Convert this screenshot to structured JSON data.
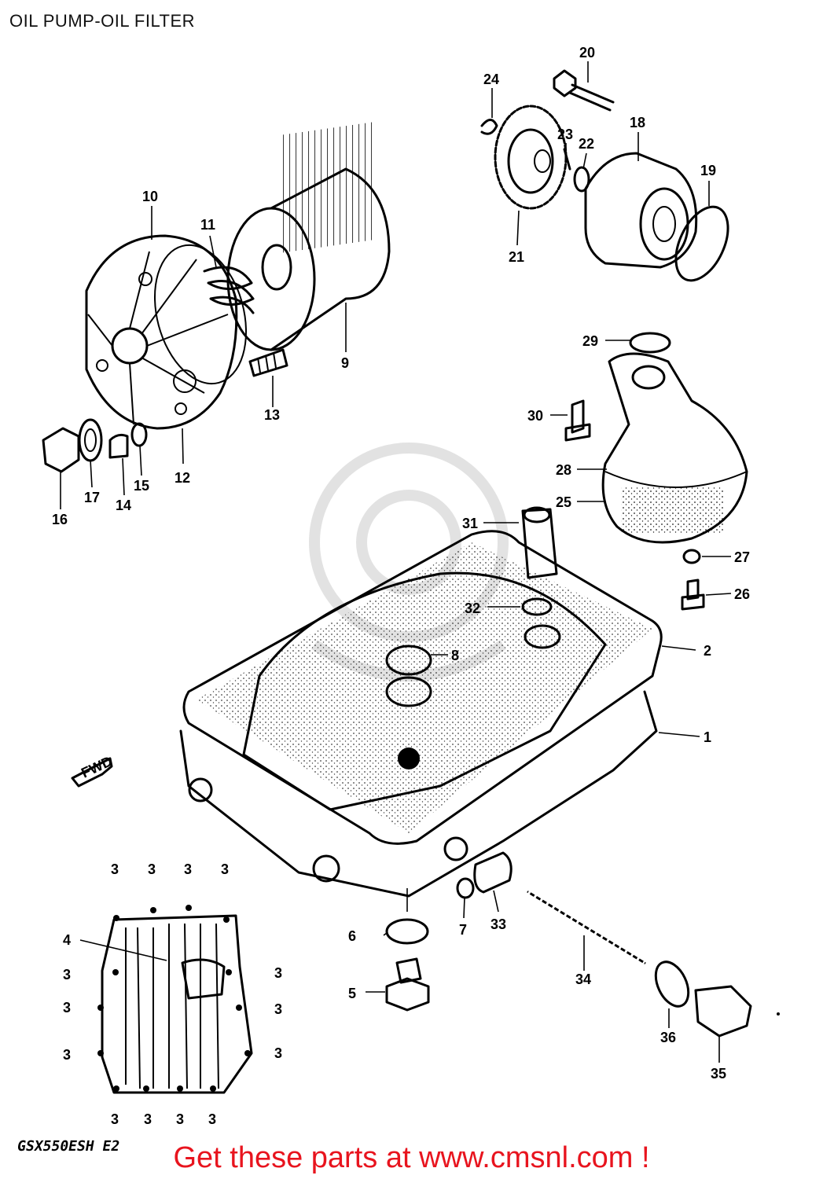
{
  "title": "OIL PUMP-OIL FILTER",
  "model_code": "GSX550ESH E2",
  "promo": "Get these parts at www.cmsnl.com !",
  "front_arrow_label": "FWD",
  "promo_color": "#e8141e",
  "callouts": {
    "n1": "1",
    "n2": "2",
    "n3": "3",
    "n4": "4",
    "n5": "5",
    "n6": "6",
    "n7": "7",
    "n8": "8",
    "n9": "9",
    "n10": "10",
    "n11": "11",
    "n12": "12",
    "n13": "13",
    "n14": "14",
    "n15": "15",
    "n16": "16",
    "n17": "17",
    "n18": "18",
    "n19": "19",
    "n20": "20",
    "n21": "21",
    "n22": "22",
    "n23": "23",
    "n24": "24",
    "n25": "25",
    "n26": "26",
    "n27": "27",
    "n28": "28",
    "n29": "29",
    "n30": "30",
    "n31": "31",
    "n32": "32",
    "n33": "33",
    "n34": "34",
    "n35": "35",
    "n36": "36"
  }
}
